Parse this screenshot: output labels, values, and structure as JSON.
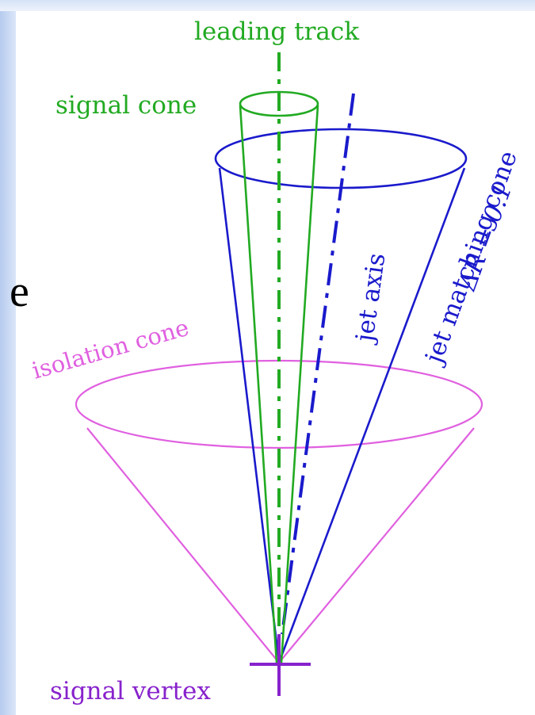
{
  "labels": {
    "leading_track": "leading track",
    "signal_cone": "signal cone",
    "jet_axis": "jet axis",
    "jet_matching_cone": "jet matching cone",
    "delta_r": "ΔR = 0.1",
    "isolation_cone": "isolation cone",
    "signal_vertex": "signal vertex",
    "stray_char": "e"
  },
  "colors": {
    "signal": "#22aa22",
    "jet": "#1a1acc",
    "isolation": "#e060e0",
    "vertex": "#8822cc",
    "frame": "#c4d6f2"
  }
}
